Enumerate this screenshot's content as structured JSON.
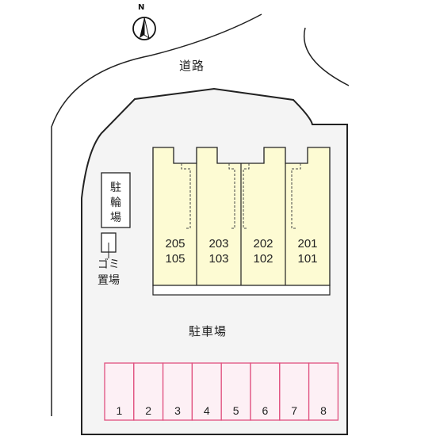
{
  "labels": {
    "road": "道路",
    "parking_lot": "駐車場",
    "bicycle_parking": [
      "駐",
      "輪",
      "場"
    ],
    "garbage": [
      "ゴミ",
      "置場"
    ],
    "north": "N"
  },
  "units": [
    {
      "upper": "205",
      "lower": "105"
    },
    {
      "upper": "203",
      "lower": "103"
    },
    {
      "upper": "202",
      "lower": "102"
    },
    {
      "upper": "201",
      "lower": "101"
    }
  ],
  "parking_spaces": [
    "1",
    "2",
    "3",
    "4",
    "5",
    "6",
    "7",
    "8"
  ],
  "colors": {
    "site_fill": "#f4f4f4",
    "building_fill": "#fdfbd3",
    "parking_fill": "#fdf0f5",
    "parking_stroke": "#e0507f",
    "line": "#222222"
  }
}
